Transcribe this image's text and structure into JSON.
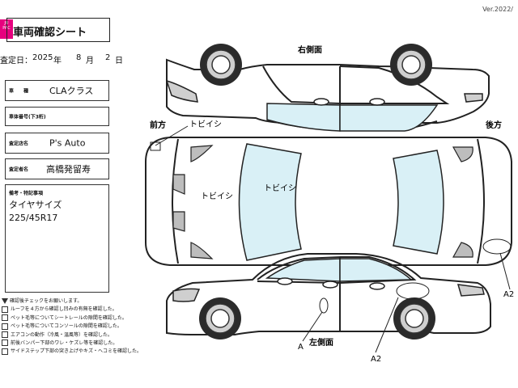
{
  "header": {
    "version": "Ver.2022/",
    "logo_text": "JU PAC",
    "title": "車両確認シート"
  },
  "date": {
    "label": "査定日：",
    "year": "2025",
    "year_unit": "年",
    "month": "8",
    "month_unit": "月",
    "day": "2",
    "day_unit": "日"
  },
  "fields": [
    {
      "label": "車　　種",
      "value": "CLAクラス"
    },
    {
      "label": "車体番号(下3桁)",
      "value": ""
    },
    {
      "label": "査定店名",
      "value": "P's Auto"
    },
    {
      "label": "査定者名",
      "value": "高橋発留寿"
    }
  ],
  "notes": {
    "label": "備考・特記事項",
    "lines": [
      "タイヤサイズ",
      "225/45R17"
    ]
  },
  "checklist": {
    "intro": "確認後チェックをお願いします。",
    "items": [
      "ルーフを４方から確認し凹みの有無を確認した。",
      "ペット毛等についてシートレールの隙間を確認した。",
      "ペット毛等についてコンソールの隙間を確認した。",
      "エアコンの動作（冷風・温風等）を確認した。",
      "前後バンパー下部のワレ・ケズレ等を確認した。",
      "サイドステップ下部の突き上げやキズ・ヘコミを確認した。"
    ]
  },
  "diagram": {
    "right_side": "右側面",
    "left_side": "左側面",
    "front": "前方",
    "rear": "後方",
    "marks": {
      "tobiishi_top": "トビイシ",
      "tobiishi_left": "トビイシ",
      "tobiishi_center": "トビイシ",
      "a2_right": "A2",
      "a_bottom": "A",
      "a2_bottom": "A2"
    }
  }
}
